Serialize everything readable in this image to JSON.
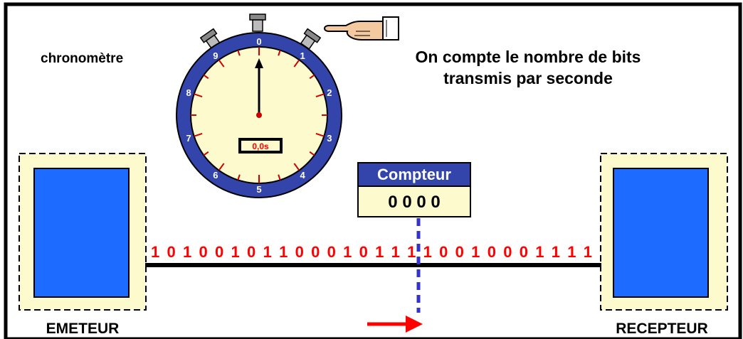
{
  "stopwatch": {
    "label": "chronomètre",
    "display": "0,0s",
    "dial_numbers": [
      "0",
      "1",
      "2",
      "3",
      "4",
      "5",
      "6",
      "7",
      "8",
      "9"
    ]
  },
  "caption": {
    "line1": "On compte le nombre de bits",
    "line2": "transmis par seconde"
  },
  "counter": {
    "title": "Compteur",
    "value": "0 0 0 0"
  },
  "bitstream": {
    "bits": "1 0 1 0 0 1 0 1 1 0 0 0 1 0 1 1 1 1 0 0 1 0 0 0 1 1 1 1"
  },
  "emitter": {
    "label": "EMETEUR"
  },
  "receiver": {
    "label": "RECEPTEUR"
  },
  "colors": {
    "box_blue": "#1e6cff",
    "box_bg": "#fdfbcd",
    "dial_ring": "#3344aa",
    "dial_face": "#fdfbcd",
    "bit_red": "#ff0000",
    "counter_header": "#3344aa",
    "dashed_line": "#3333cc"
  },
  "icons": [
    "pointing-hand-icon",
    "direction-arrow-icon"
  ]
}
